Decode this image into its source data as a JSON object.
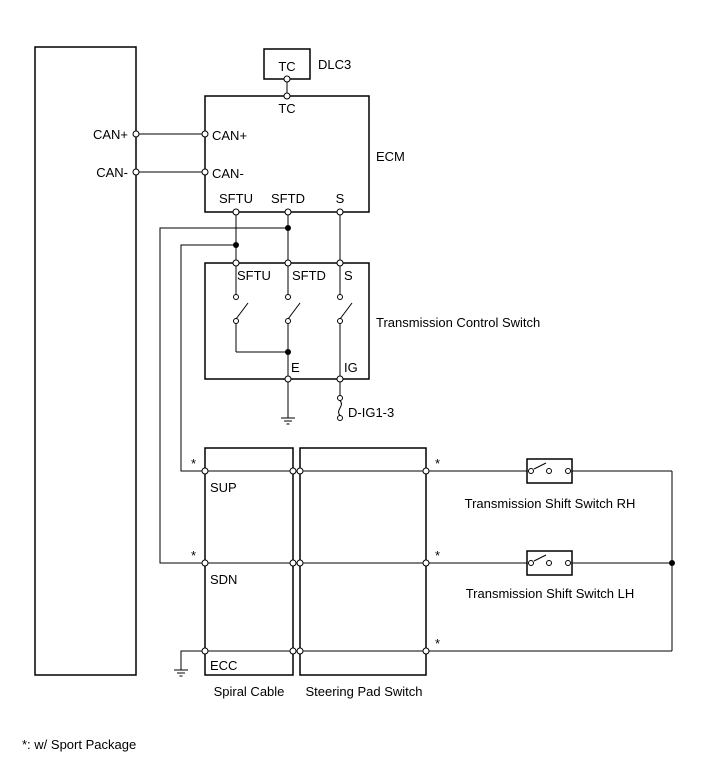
{
  "dlc3": {
    "pin": "TC",
    "name": "DLC3"
  },
  "ecm": {
    "name": "ECM",
    "pins": {
      "tc": "TC",
      "can_plus": "CAN+",
      "can_minus": "CAN-",
      "sftu": "SFTU",
      "sftd": "SFTD",
      "s": "S"
    }
  },
  "can_bus": {
    "can_plus": "CAN+",
    "can_minus": "CAN-"
  },
  "transmission_control_switch": {
    "name": "Transmission Control Switch",
    "pins": {
      "sftu": "SFTU",
      "sftd": "SFTD",
      "s": "S",
      "e": "E",
      "ig": "IG"
    }
  },
  "fuse": "D-IG1-3",
  "spiral_cable": {
    "name": "Spiral Cable",
    "pins": {
      "sup": "SUP",
      "sdn": "SDN",
      "ecc": "ECC"
    }
  },
  "steering_pad_switch": {
    "name": "Steering Pad Switch"
  },
  "shift_switches": {
    "rh": "Transmission Shift Switch RH",
    "lh": "Transmission Shift Switch LH"
  },
  "option_mark": "*",
  "footnote": "*: w/ Sport Package"
}
